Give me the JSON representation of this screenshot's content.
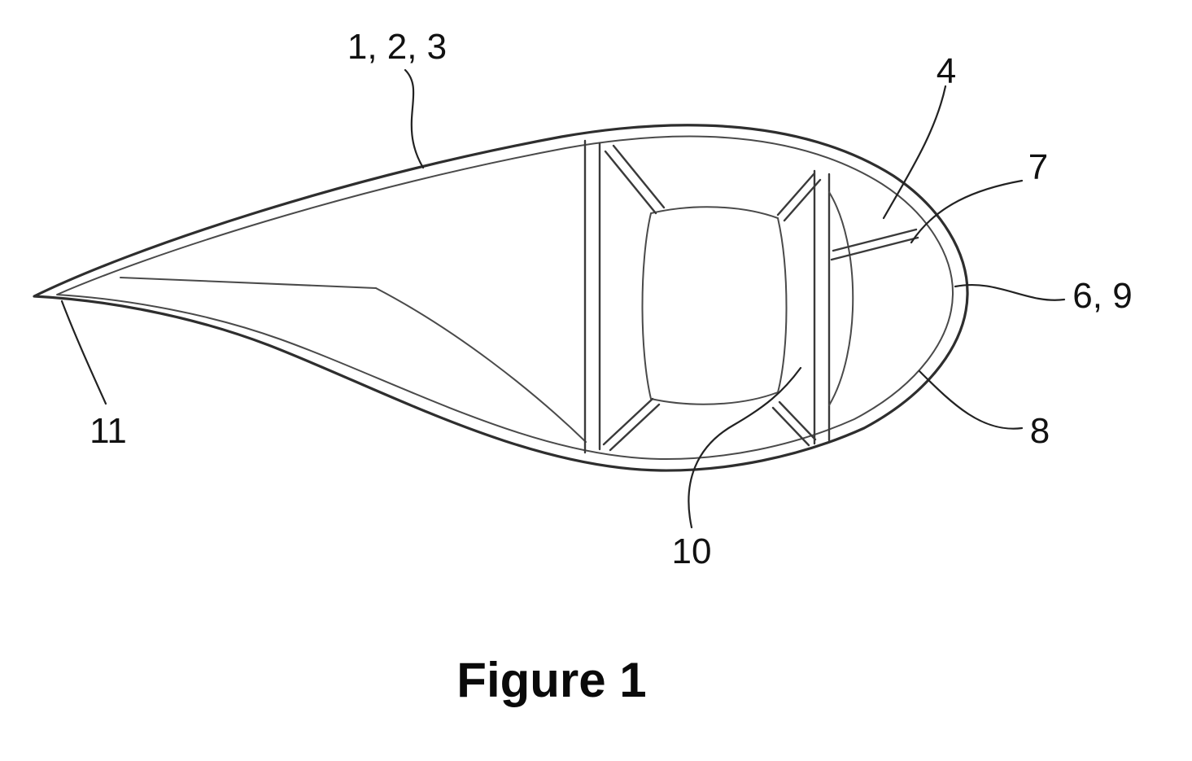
{
  "figure": {
    "caption": "Figure 1",
    "labels": {
      "l123": "1, 2, 3",
      "l4": "4",
      "l7": "7",
      "l69": "6, 9",
      "l8": "8",
      "l10": "10",
      "l11": "11"
    }
  }
}
